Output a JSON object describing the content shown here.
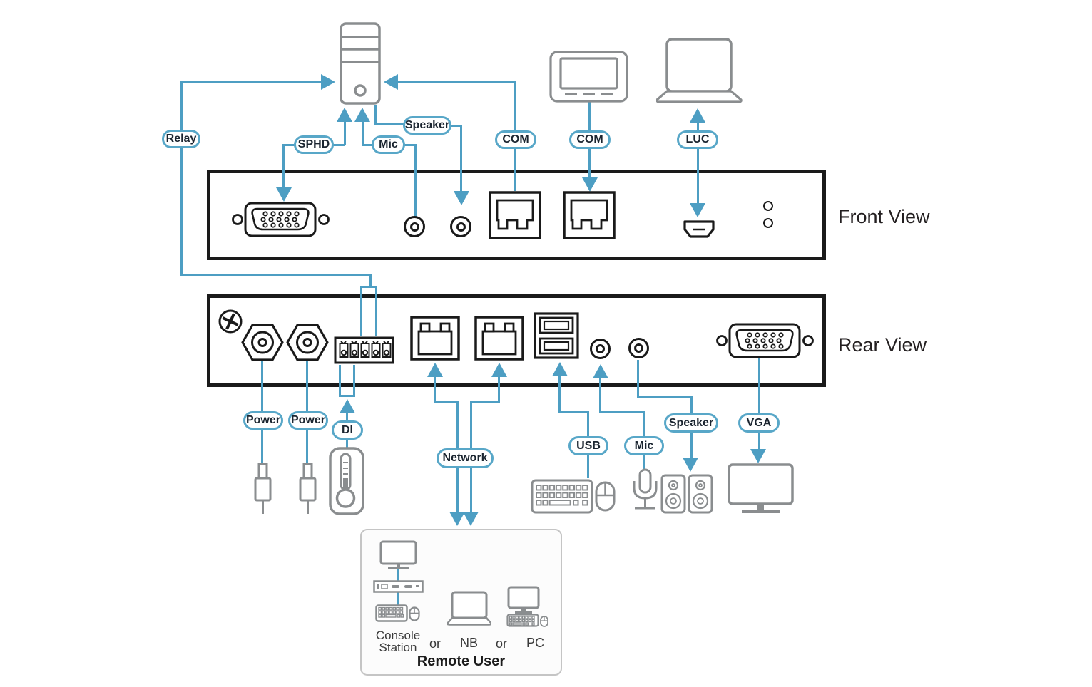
{
  "colors": {
    "line_blue": "#4D9EC3",
    "pill_border": "#58A7C8",
    "pill_text": "#1B2530",
    "panel_border": "#1A1A1A",
    "device_gray": "#8A8D8F",
    "title_text": "#231F20"
  },
  "source": {
    "relay": "Relay",
    "sphd": "SPHD",
    "mic": "Mic",
    "speaker": "Speaker",
    "com1": "COM",
    "com2": "COM",
    "luc": "LUC"
  },
  "views": {
    "front": "Front View",
    "rear": "Rear View"
  },
  "rear_ports": {
    "power1": "Power",
    "power2": "Power",
    "di": "DI",
    "network": "Network",
    "usb": "USB",
    "mic": "Mic",
    "speaker": "Speaker",
    "vga": "VGA"
  },
  "remote_user": {
    "console_line1": "Console",
    "console_line2": "Station",
    "or_1": "or",
    "nb": "NB",
    "or_2": "or",
    "pc": "PC",
    "title": "Remote User"
  }
}
